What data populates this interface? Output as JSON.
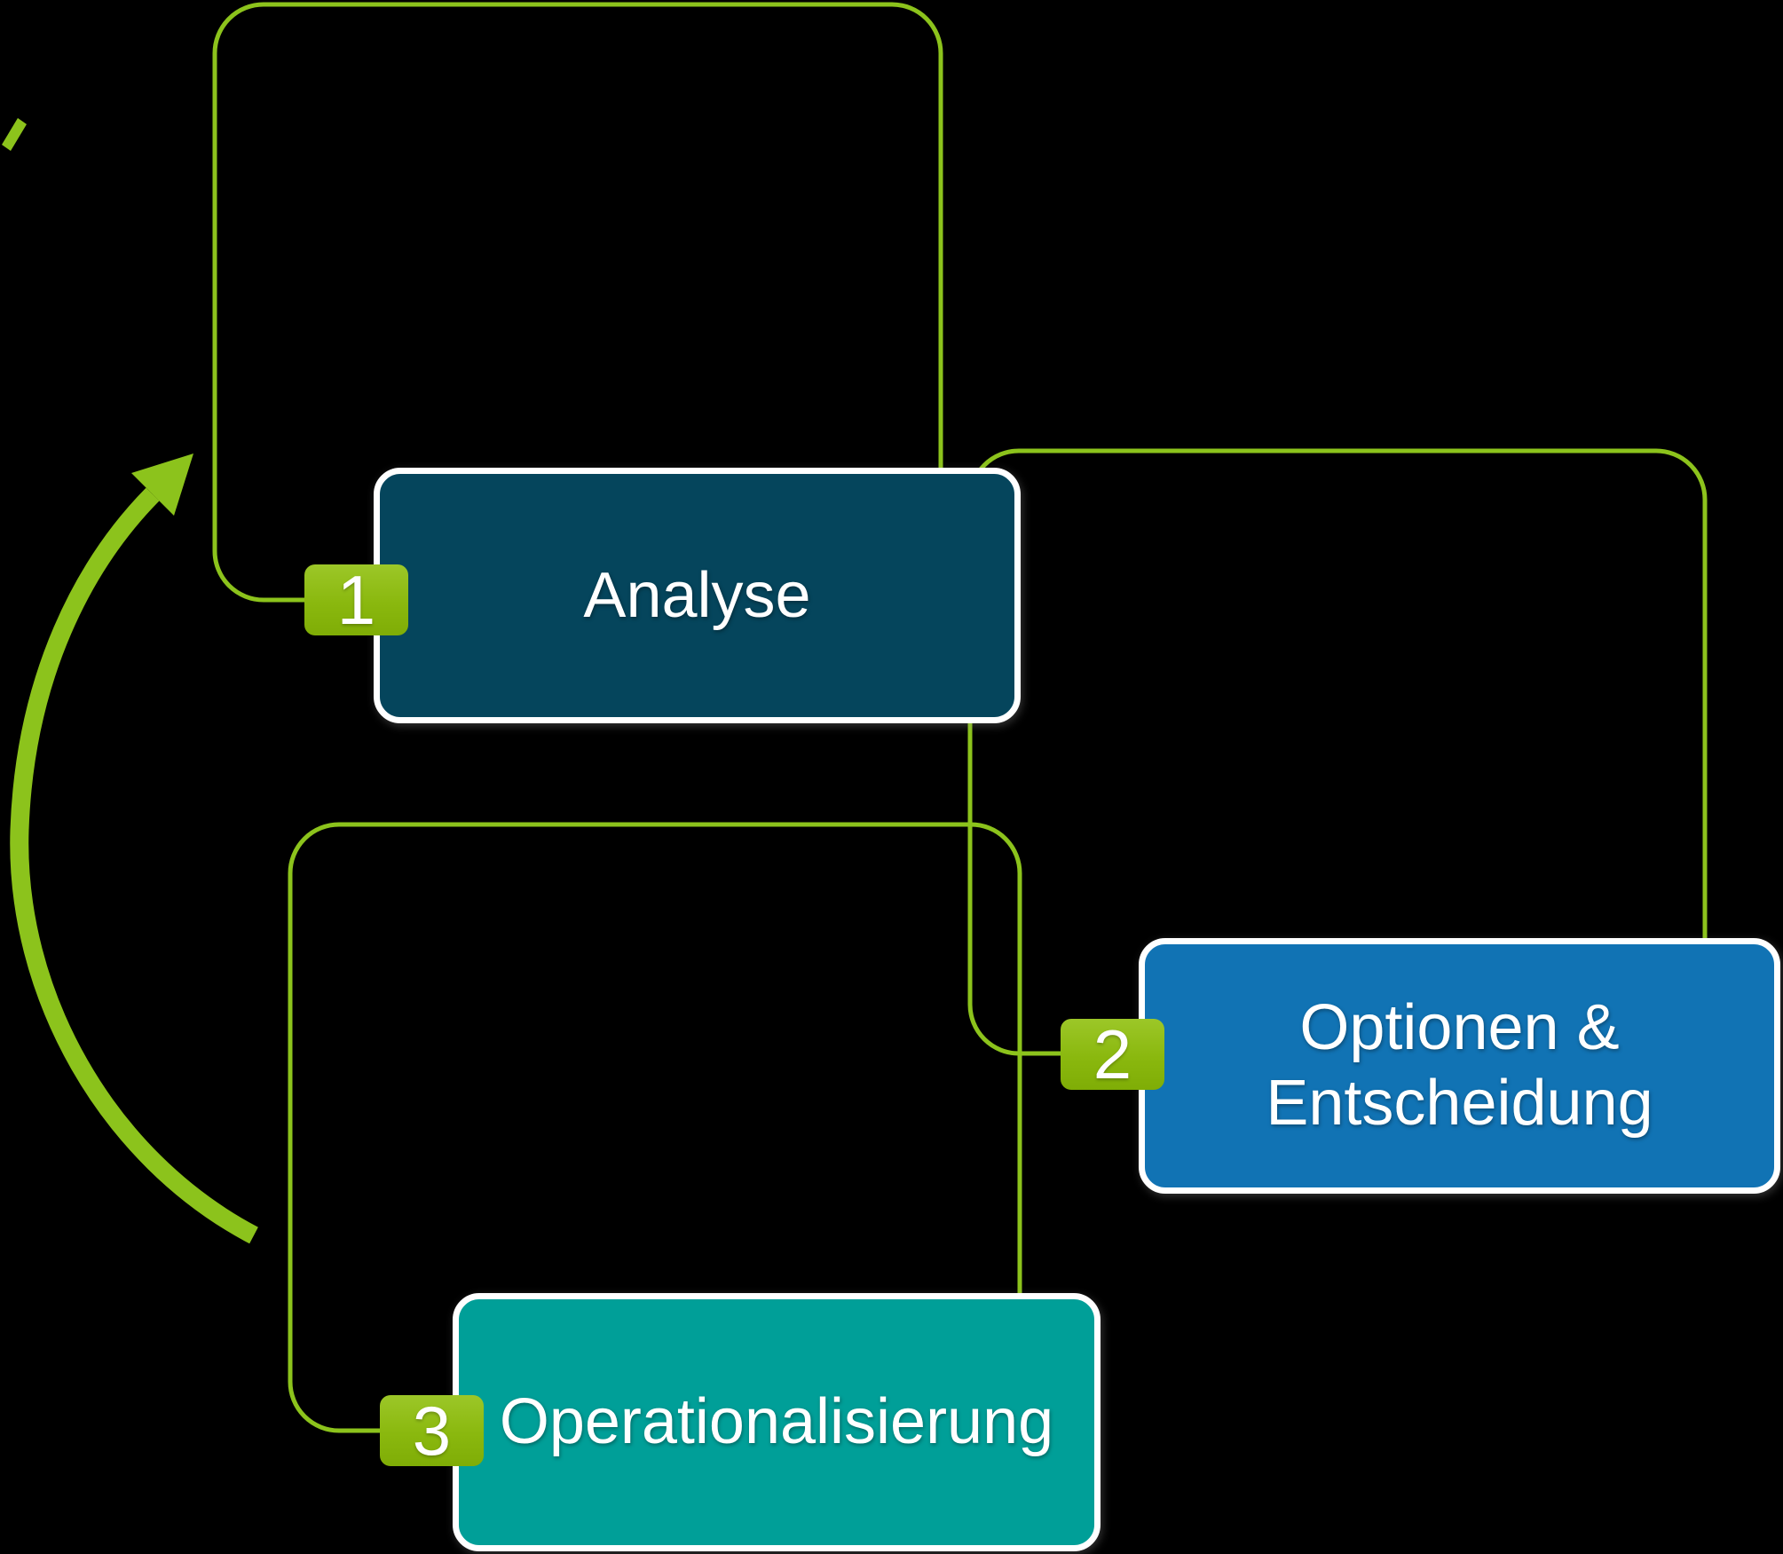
{
  "diagram": {
    "type": "cycle-process",
    "background_color": "#000000",
    "steps": [
      {
        "number": "1",
        "label": "Analyse",
        "lines": [
          "Analyse"
        ],
        "box_color": "#05455c"
      },
      {
        "number": "2",
        "label": "Optionen & Entscheidung",
        "lines": [
          "Optionen &",
          "Entscheidung"
        ],
        "box_color": "#1173b4"
      },
      {
        "number": "3",
        "label": "Operationalisierung",
        "lines": [
          "Operationalisierung"
        ],
        "box_color": "#009f98"
      }
    ],
    "colors": {
      "outline_green": "#8cc31c",
      "badge_green": "#8ab80e",
      "arrow_green": "#8cc31c",
      "box_border": "#ffffff",
      "text": "#ffffff"
    }
  }
}
